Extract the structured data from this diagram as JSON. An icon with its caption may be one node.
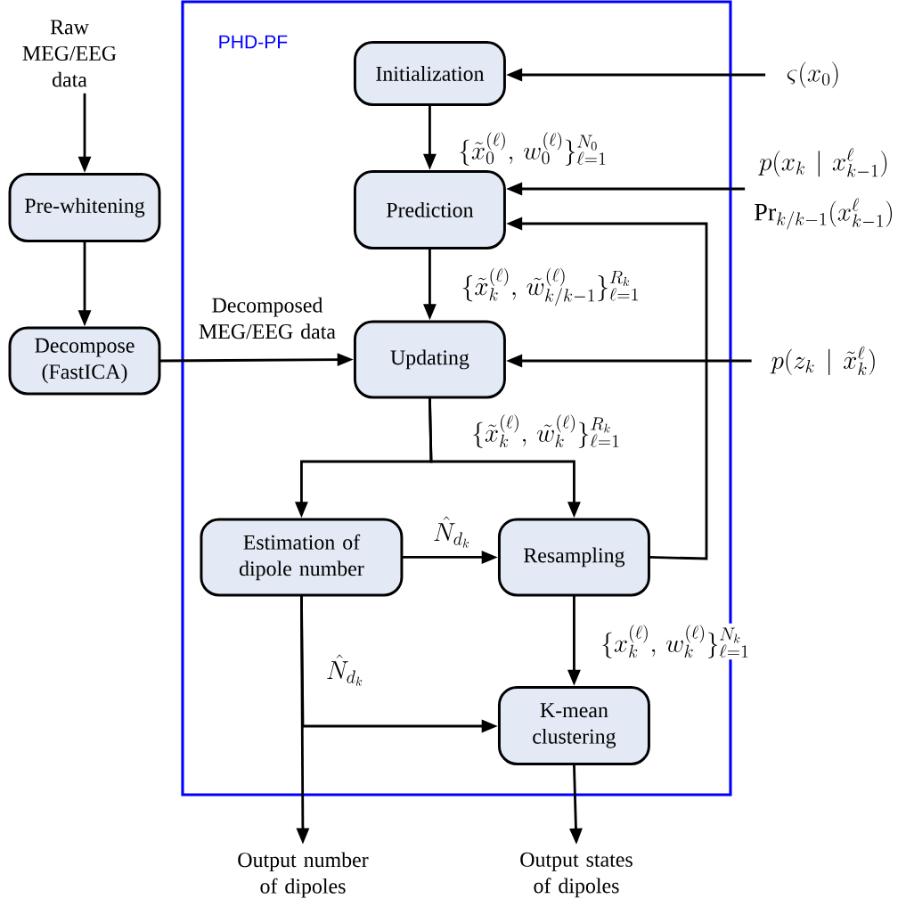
{
  "diagram": {
    "nodes": [
      {
        "text": [
          "PHD-PF"
        ]
      },
      {
        "text": [
          "Initialization"
        ],
        "in": 0
      },
      {
        "text": [
          "Prediction"
        ],
        "in": 0
      },
      {
        "text": [
          "Updating"
        ],
        "in": 0
      },
      {
        "text": [
          "Estimation of dipole number"
        ],
        "in": 0
      },
      {
        "text": [
          "Resampling"
        ],
        "in": 0
      },
      {
        "text": [
          "K-mean clustering"
        ],
        "in": 0
      },
      {
        "text": [
          "Raw MEG/EEG data"
        ]
      },
      {
        "text": [
          "Pre-whitening"
        ]
      },
      {
        "text": [
          "Decompose (FastICA)"
        ]
      },
      {
        "text": [
          "\\varsigma(x_0)"
        ]
      },
      {
        "text": [
          "p(x_k \\mid x_{k-1}^{\\ell})",
          "\\mathrm{Pr}_{k/k-1}(x_{k-1}^{\\ell})"
        ]
      },
      {
        "text": [
          "p(z_k \\mid \\tilde{x}_k^{\\ell})"
        ]
      },
      {
        "text": [
          "Output number of dipoles"
        ]
      },
      {
        "text": [
          "Output states of dipoles"
        ]
      }
    ],
    "edges": [
      {
        "from": 7,
        "to": 8,
        "arrow": "to"
      },
      {
        "from": 8,
        "to": 9,
        "arrow": "to"
      },
      {
        "from": 9,
        "to": 3,
        "arrow": "to",
        "label": "Decomposed MEG/EEG data"
      },
      {
        "from": 10,
        "to": 1,
        "arrow": "to"
      },
      {
        "from": 1,
        "to": 2,
        "arrow": "to",
        "label": "\\{\\tilde{x}_0^{(\\ell)},\\, w_0^{(\\ell)}\\}_{\\ell=1}^{N_0}"
      },
      {
        "from": 11,
        "to": 2,
        "arrow": "to"
      },
      {
        "from": 2,
        "to": 3,
        "arrow": "to",
        "label": "\\{\\tilde{x}_k^{(\\ell)},\\, \\tilde{w}_{k/k-1}^{(\\ell)}\\}_{\\ell=1}^{R_k}"
      },
      {
        "from": 12,
        "to": 3,
        "arrow": "to"
      },
      {
        "from": 3,
        "to": 4,
        "arrow": "to"
      },
      {
        "from": 3,
        "to": 5,
        "arrow": "to",
        "label": "\\{\\tilde{x}_k^{(\\ell)},\\, \\tilde{w}_k^{(\\ell)}\\}_{\\ell=1}^{R_k}"
      },
      {
        "from": 4,
        "to": 5,
        "arrow": "to",
        "label": "\\hat{N}_{d_k}"
      },
      {
        "from": 5,
        "to": 2,
        "arrow": "to"
      },
      {
        "from": 5,
        "to": 6,
        "arrow": "to",
        "label": "\\{x_k^{(\\ell)},\\, w_k^{(\\ell)}\\}_{\\ell=1}^{N_k}"
      },
      {
        "from": 4,
        "to": 13,
        "arrow": "to"
      },
      {
        "from": 4,
        "to": 6,
        "arrow": "to",
        "label": "\\hat{N}_{d_k}"
      },
      {
        "from": 6,
        "to": 14,
        "arrow": "to"
      }
    ]
  }
}
